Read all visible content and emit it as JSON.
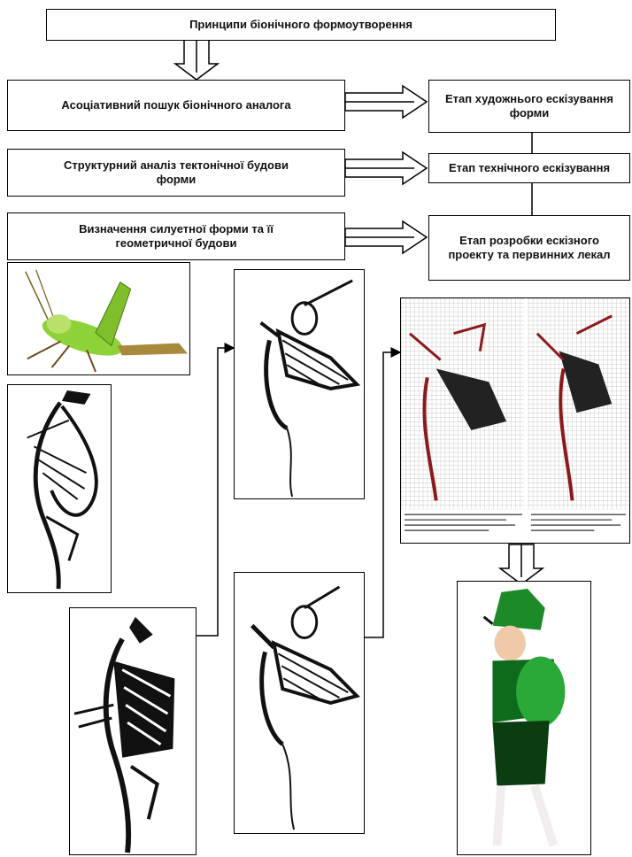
{
  "diagram": {
    "title": "Принципи біонічного формоутворення",
    "steps": [
      "Асоціативний пошук біонічного аналога",
      "Структурний аналіз тектонічної будови форми",
      "Визначення силуетної форми та її геометричної будови"
    ],
    "stages": [
      "Етап художнього ескізування форми",
      "Етап технічного ескізування",
      "Етап розробки ескізного проекту та первинних лекал"
    ]
  },
  "images": [
    "grasshopper-photo",
    "graphic-sketch-1",
    "graphic-sketch-2",
    "technical-sketch-1",
    "technical-sketch-2",
    "pattern-grid-sheet",
    "costume-photo"
  ],
  "colors": {
    "border": "#000000",
    "grasshopper_green": "#8ed23a",
    "pattern_red": "#8b1a1a",
    "costume_green": "#1d8a2a"
  }
}
